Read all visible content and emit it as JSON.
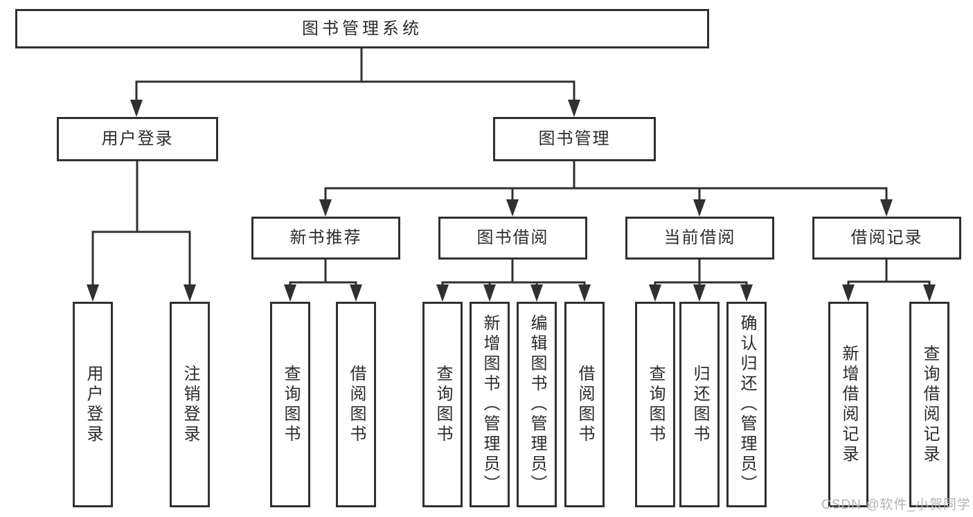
{
  "tree": {
    "root": {
      "label": "图书管理系统",
      "children": [
        {
          "label": "用户登录",
          "children": [
            {
              "label": "用户登录"
            },
            {
              "label": "注销登录"
            }
          ]
        },
        {
          "label": "图书管理",
          "children": [
            {
              "label": "新书推荐",
              "children": [
                {
                  "label": "查询图书"
                },
                {
                  "label": "借阅图书"
                }
              ]
            },
            {
              "label": "图书借阅",
              "children": [
                {
                  "label": "查询图书"
                },
                {
                  "label": "新增图书（管理员）"
                },
                {
                  "label": "编辑图书（管理员）"
                },
                {
                  "label": "借阅图书"
                }
              ]
            },
            {
              "label": "当前借阅",
              "children": [
                {
                  "label": "查询图书"
                },
                {
                  "label": "归还图书"
                },
                {
                  "label": "确认归还（管理员）"
                }
              ]
            },
            {
              "label": "借阅记录",
              "children": [
                {
                  "label": "新增借阅记录"
                },
                {
                  "label": "查询借阅记录"
                }
              ]
            }
          ]
        }
      ]
    }
  },
  "watermark": {
    "text": "CSDN @软件_小贺同学"
  },
  "colors": {
    "line": "#303030",
    "text": "#2b2b2b",
    "watermark": "#b4b4b4",
    "background": "#ffffff"
  }
}
